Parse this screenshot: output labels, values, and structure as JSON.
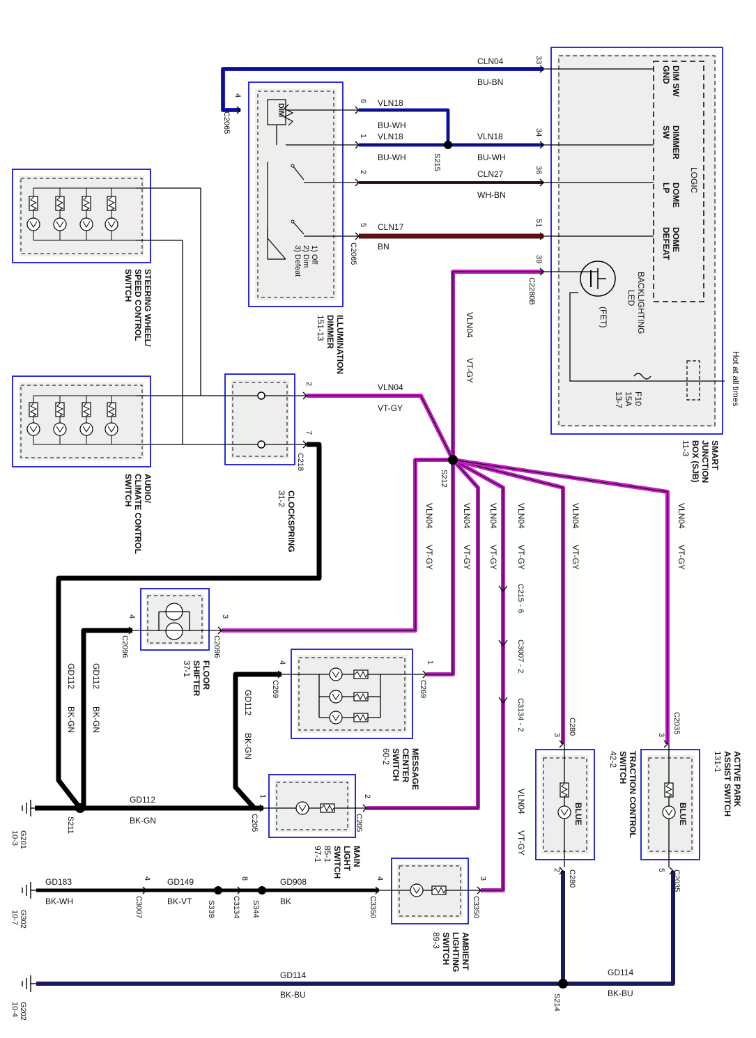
{
  "colors": {
    "violet": "#c020c0",
    "blue": "#1a1ad8",
    "black": "#000000",
    "brown": "#5a1010",
    "navy": "#1a1a5a",
    "module_border": "#2a2ae0",
    "module_fill": "#eeeeee"
  },
  "modules": {
    "sjb": {
      "line1": "SMART",
      "line2": "JUNCTION",
      "line3": "BOX (SJB)",
      "ref": "11-3",
      "hot": "Hot at all times",
      "fuse": "F10",
      "fuse_amp": "15A",
      "fuse_ref": "13-7",
      "logic": "LOGIC",
      "backlight": "BACKLIGHTING",
      "led": "LED",
      "fet": "(FET)",
      "dim_sw": "DIM SW",
      "gnd": "GND",
      "dimmer": "DIMMER",
      "sw": "SW",
      "dome": "DOME",
      "lp": "LP",
      "dome2": "DOME",
      "defeat": "DEFEAT"
    },
    "dimmer": {
      "line1": "ILLUMINATION",
      "line2": "DIMMER",
      "ref": "151-13",
      "dim": "DIM",
      "opt1": "1) Off",
      "opt2": "2) Dim",
      "opt3": "3) Defeat"
    },
    "steering": {
      "line1": "STEERING WHEEL/",
      "line2": "SPEED CONTROL",
      "line3": "SWITCH"
    },
    "audio": {
      "line1": "AUDIO/",
      "line2": "CLIMATE CONTROL",
      "line3": "SWITCH"
    },
    "clockspring": {
      "line1": "CLOCKSPRING",
      "ref": "31-2"
    },
    "floor": {
      "line1": "FLOOR",
      "line2": "SHIFTER",
      "ref": "37-1"
    },
    "message": {
      "line1": "MESSAGE",
      "line2": "CENTER",
      "line3": "SWITCH",
      "ref": "60-2"
    },
    "main_light": {
      "line1": "MAIN",
      "line2": "LIGHT",
      "line3": "SWITCH",
      "ref1": "85-1",
      "ref2": "97-1"
    },
    "ambient": {
      "line1": "AMBIENT",
      "line2": "LIGHTING",
      "line3": "SWITCH",
      "ref": "89-3"
    },
    "traction": {
      "line1": "TRACTION CONTROL",
      "line2": "SWITCH",
      "ref": "42-2",
      "led": "BLUE"
    },
    "park": {
      "line1": "ACTIVE PARK",
      "line2": "ASSIST SWITCH",
      "ref": "131-1",
      "led": "BLUE"
    }
  },
  "wires": {
    "cln04": "CLN04",
    "bu_bn": "BU-BN",
    "vln18": "VLN18",
    "bu_wh": "BU-WH",
    "cln27": "CLN27",
    "wh_bn": "WH-BN",
    "cln17": "CLN17",
    "bn": "BN",
    "vln04": "VLN04",
    "vt_gy": "VT-GY",
    "gd112": "GD112",
    "bk_gn": "BK-GN",
    "gd183": "GD183",
    "bk_wh": "BK-WH",
    "gd149": "GD149",
    "bk_vt": "BK-VT",
    "gd908": "GD908",
    "bk": "BK",
    "gd114": "GD114",
    "bk_bu": "BK-BU"
  },
  "pins": {
    "p33": "33",
    "p34": "34",
    "p36": "36",
    "p51": "51",
    "p39": "39",
    "p6": "6",
    "p1": "1",
    "p2": "2",
    "p5": "5",
    "p4": "4",
    "p3": "3",
    "p7": "7",
    "p8": "8"
  },
  "connectors": {
    "c2065": "C2065",
    "c2280b": "C2280B",
    "c218": "C218",
    "c2096": "C2096",
    "c269": "C269",
    "c205": "C205",
    "c3007": "C3007",
    "c3134": "C3134",
    "c3350": "C3350",
    "c280": "C280",
    "c2035": "C2035",
    "inline1": "C215 - 6",
    "inline2": "C3007 - 2",
    "inline3": "C3134 - 2"
  },
  "splices": {
    "s215": "S215",
    "s212": "S212",
    "s211": "S211",
    "s339": "S339",
    "s344": "S344",
    "s214": "S214"
  },
  "grounds": {
    "g201": "G201",
    "g201_ref": "10-3",
    "g302": "G302",
    "g302_ref": "10-7",
    "g202": "G202",
    "g202_ref": "10-4"
  }
}
